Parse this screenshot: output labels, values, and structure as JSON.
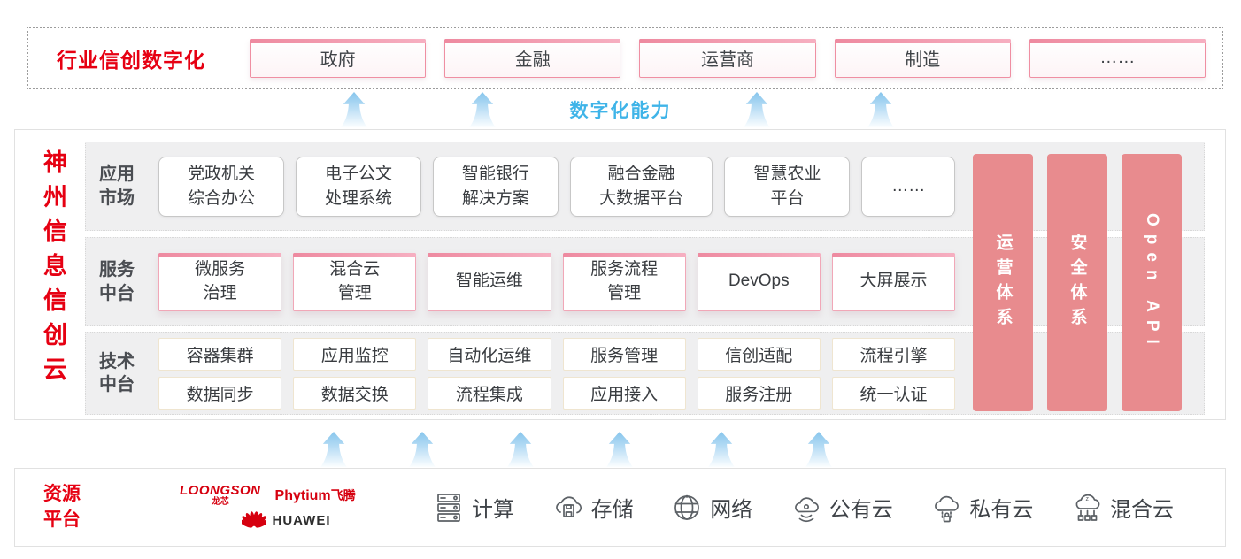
{
  "colors": {
    "brand_red": "#e60012",
    "bar_pink": "#e88b8e",
    "accent_blue": "#3fb4e8"
  },
  "top_banner": {
    "title": "行业信创数字化",
    "buttons": [
      "政府",
      "金融",
      "运营商",
      "制造",
      "……"
    ]
  },
  "capability_label": "数字化能力",
  "main": {
    "vertical_title": "神州信息信创云",
    "rows": [
      {
        "label": "应用\n市场",
        "cards": [
          "党政机关\n综合办公",
          "电子公文\n处理系统",
          "智能银行\n解决方案",
          "融合金融\n大数据平台",
          "智慧农业\n平台",
          "……"
        ]
      },
      {
        "label": "服务\n中台",
        "cards": [
          "微服务\n治理",
          "混合云\n管理",
          "智能运维",
          "服务流程\n管理",
          "DevOps",
          "大屏展示"
        ]
      },
      {
        "label": "技术\n中台",
        "cards_top": [
          "容器集群",
          "应用监控",
          "自动化运维",
          "服务管理",
          "信创适配",
          "流程引擎"
        ],
        "cards_bottom": [
          "数据同步",
          "数据交换",
          "流程集成",
          "应用接入",
          "服务注册",
          "统一认证"
        ]
      }
    ],
    "side_bars": [
      "运营体系",
      "安全体系",
      "Open API"
    ]
  },
  "resources": {
    "label": "资源\n平台",
    "vendors": [
      {
        "logo": "loongson-logo",
        "text": "LOONGSON",
        "sub": "龙芯"
      },
      {
        "logo": "phytium-logo",
        "text": "Phytium",
        "sub": "飞腾"
      },
      {
        "logo": "huawei-logo",
        "text": "HUAWEI"
      }
    ],
    "items": [
      {
        "icon": "server-icon",
        "label": "计算"
      },
      {
        "icon": "storage-cloud-icon",
        "label": "存储"
      },
      {
        "icon": "network-globe-icon",
        "label": "网络"
      },
      {
        "icon": "public-cloud-icon",
        "label": "公有云"
      },
      {
        "icon": "private-cloud-icon",
        "label": "私有云"
      },
      {
        "icon": "hybrid-cloud-icon",
        "label": "混合云"
      }
    ]
  }
}
